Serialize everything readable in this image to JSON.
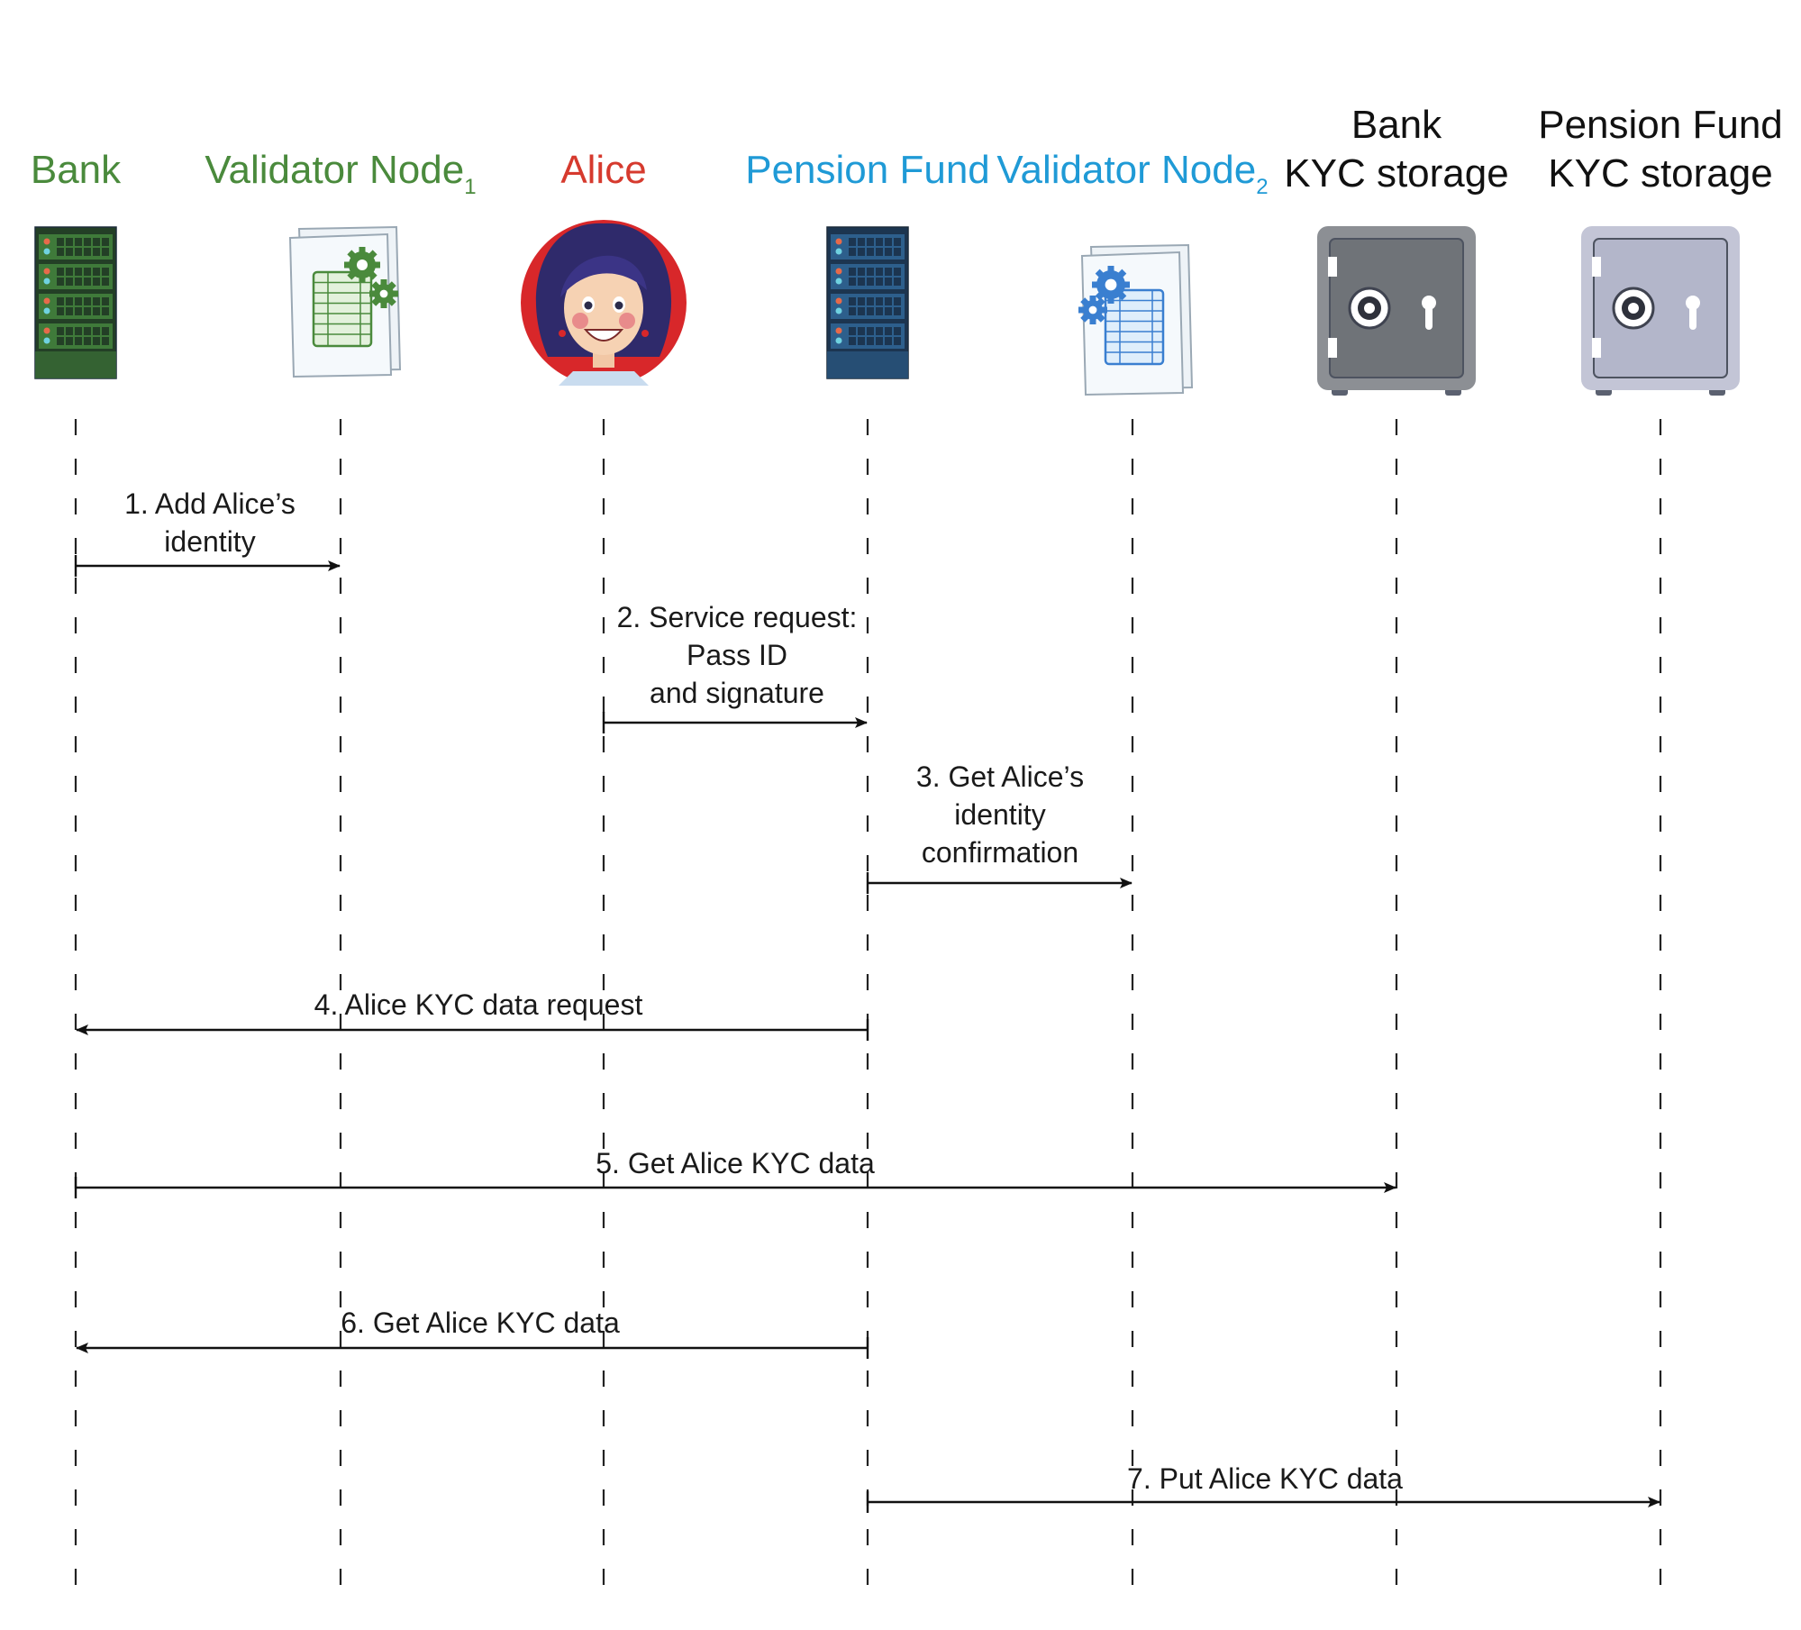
{
  "colors": {
    "green": "#4a8a3c",
    "red": "#d63a2e",
    "blue": "#1f9ad6",
    "black": "#111111"
  },
  "participants": [
    {
      "id": "bank",
      "label": "Bank",
      "sub": "",
      "line2": "",
      "color": "green",
      "icon": "server-rack-icon-green"
    },
    {
      "id": "validator1",
      "label": "Validator Node",
      "sub": "1",
      "line2": "",
      "color": "green",
      "icon": "ledger-gears-icon-green"
    },
    {
      "id": "alice",
      "label": "Alice",
      "sub": "",
      "line2": "",
      "color": "red",
      "icon": "alice-avatar-icon"
    },
    {
      "id": "pension_fund",
      "label": "Pension Fund",
      "sub": "",
      "line2": "",
      "color": "blue",
      "icon": "server-rack-icon-blue"
    },
    {
      "id": "validator2",
      "label": "Validator Node",
      "sub": "2",
      "line2": "",
      "color": "blue",
      "icon": "ledger-gears-icon-blue"
    },
    {
      "id": "bank_storage",
      "label": "Bank",
      "sub": "",
      "line2": "KYC storage",
      "color": "black",
      "icon": "safe-icon-dark"
    },
    {
      "id": "pf_storage",
      "label": "Pension Fund",
      "sub": "",
      "line2": "KYC storage",
      "color": "black",
      "icon": "safe-icon-light"
    }
  ],
  "messages": [
    {
      "from": "bank",
      "to": "validator1",
      "lines": [
        "1.  Add Alice’s",
        "identity"
      ]
    },
    {
      "from": "alice",
      "to": "pension_fund",
      "lines": [
        "2.  Service request:",
        "Pass ID",
        "and signature"
      ]
    },
    {
      "from": "pension_fund",
      "to": "validator2",
      "lines": [
        "3.  Get Alice’s",
        "identity",
        "confirmation"
      ]
    },
    {
      "from": "pension_fund",
      "to": "bank",
      "lines": [
        "4.  Alice KYC data request"
      ]
    },
    {
      "from": "bank",
      "to": "bank_storage",
      "lines": [
        "5.  Get Alice KYC data"
      ]
    },
    {
      "from": "pension_fund",
      "to": "bank",
      "lines": [
        "6.  Get Alice KYC data"
      ]
    },
    {
      "from": "pension_fund",
      "to": "pf_storage",
      "lines": [
        "7.  Put Alice KYC data"
      ]
    }
  ]
}
